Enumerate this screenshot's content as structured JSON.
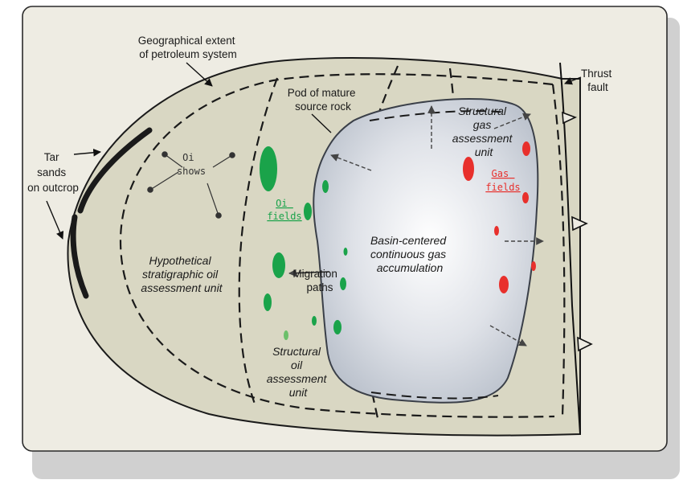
{
  "colors": {
    "background": "#ffffff",
    "panel": "#eeece3",
    "panel_border": "#2a2a2a",
    "shadow": "#a9a9a9",
    "petroleum_system_fill": "#d9d7c3",
    "gas_accumulation_fill": "#cfd4dc",
    "oil": "#1aa34a",
    "gas": "#e8302c",
    "line": "#1a1a1a"
  },
  "labels": {
    "geographical_extent": [
      "Geographical extent",
      "of petroleum system"
    ],
    "thrust_fault": [
      "Thrust",
      "fault"
    ],
    "tar_sands": [
      "Tar",
      "sands",
      "on outcrop"
    ],
    "pod_of_mature_source_rock": [
      "Pod of mature",
      "source rock"
    ],
    "oil_shows": [
      "Oi",
      "shows"
    ],
    "oil_fields": [
      "Oi",
      "fields"
    ],
    "gas_fields": [
      "Gas",
      "fields"
    ],
    "structural_gas_assessment_unit": [
      "Structural",
      "gas",
      "assessment",
      "unit"
    ],
    "basin_centered_accumulation": [
      "Basin-centered",
      "continuous gas",
      "accumulation"
    ],
    "hypothetical_stratigraphic_oil_assessment_unit": [
      "Hypothetical",
      "stratigraphic oil",
      "assessment unit"
    ],
    "migration_paths": [
      "Migration",
      "paths"
    ],
    "structural_oil_assessment_unit": [
      "Structural",
      "oil",
      "assessment",
      "unit"
    ]
  },
  "icons": [
    "oil-field-icon",
    "gas-field-icon",
    "oil-show-icon",
    "migration-arrow-icon",
    "thrust-tooth-icon"
  ]
}
